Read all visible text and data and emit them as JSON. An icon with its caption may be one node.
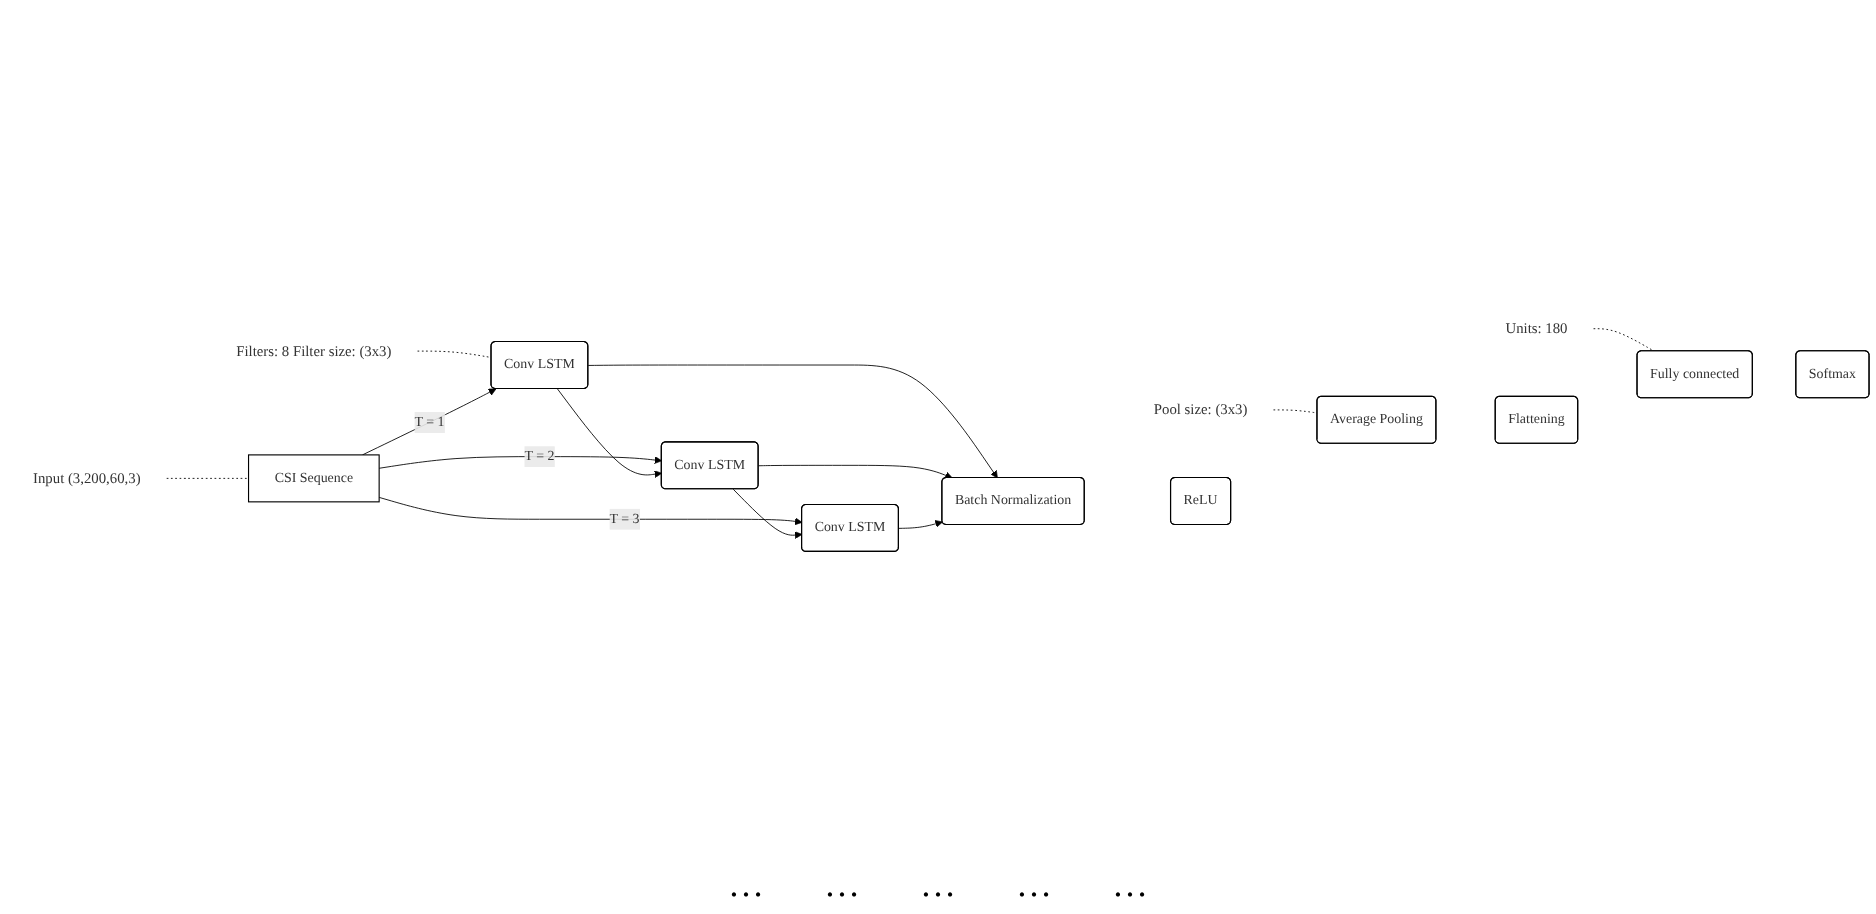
{
  "diagram": {
    "nodes": [
      {
        "text": [
          "Input (3,200,60,3)"
        ]
      },
      {
        "text": [
          "CSI Sequence"
        ]
      },
      {
        "text": [
          "Filters: 8 Filter size: (3x3)"
        ]
      },
      {
        "text": [
          "Conv LSTM"
        ]
      },
      {
        "text": [
          "Conv LSTM"
        ]
      },
      {
        "text": [
          "Conv LSTM"
        ]
      },
      {
        "text": [
          "Batch Normalization"
        ]
      },
      {
        "text": [
          "ReLU"
        ]
      },
      {
        "text": [
          "Pool size: (3x3)"
        ]
      },
      {
        "text": [
          "Average Pooling"
        ]
      },
      {
        "text": [
          "Flattening"
        ]
      },
      {
        "text": [
          "Units: 180"
        ]
      },
      {
        "text": [
          "Fully connected"
        ]
      },
      {
        "text": [
          "Softmax"
        ]
      }
    ],
    "edges": [
      {
        "from": 0,
        "to": 1,
        "arrow": "none",
        "style": "dashed"
      },
      {
        "from": 2,
        "to": 3,
        "arrow": "none",
        "style": "dashed"
      },
      {
        "from": 1,
        "to": 3,
        "arrow": "to",
        "label": "T = 1"
      },
      {
        "from": 1,
        "to": 4,
        "arrow": "to",
        "label": "T = 2"
      },
      {
        "from": 1,
        "to": 5,
        "arrow": "to",
        "label": "T = 3"
      },
      {
        "from": 3,
        "to": 4,
        "arrow": "to"
      },
      {
        "from": 4,
        "to": 5,
        "arrow": "to"
      },
      {
        "from": 3,
        "to": 6,
        "arrow": "to"
      },
      {
        "from": 4,
        "to": 6,
        "arrow": "to"
      },
      {
        "from": 5,
        "to": 6,
        "arrow": "to"
      },
      {
        "from": 8,
        "to": 9,
        "arrow": "none",
        "style": "dashed"
      },
      {
        "from": 11,
        "to": 12,
        "arrow": "none",
        "style": "dashed"
      }
    ],
    "labels": [
      "…",
      "…",
      "…",
      "…",
      "…"
    ]
  }
}
